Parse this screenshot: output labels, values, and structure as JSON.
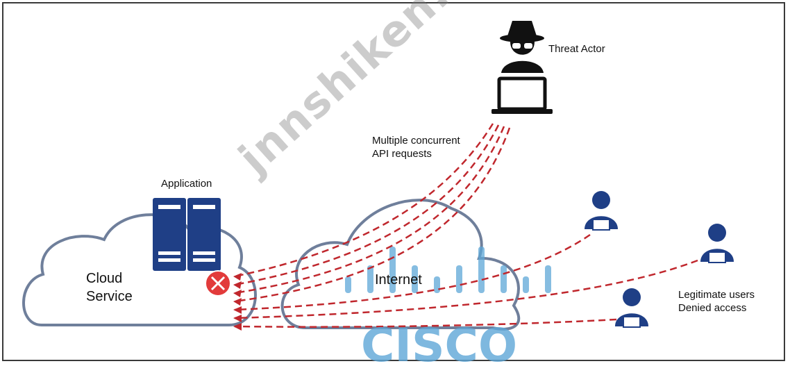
{
  "threat_actor": {
    "label": "Threat Actor",
    "icon": "spy-icon"
  },
  "requests": {
    "line1": "Multiple concurrent",
    "line2": "API requests"
  },
  "application": {
    "label": "Application",
    "icon": "server-icon"
  },
  "cloud_service": {
    "line1": "Cloud",
    "line2": "Service"
  },
  "internet": {
    "label": "Internet"
  },
  "users": {
    "line1": "Legitimate users",
    "line2": "Denied access",
    "icon": "user-icon"
  },
  "watermark": {
    "text": "jnnshiken.com",
    "logo_text": "CISCO"
  },
  "colors": {
    "server": "#1f3f86",
    "attack_line": "#c0272d",
    "block": "#e23b3b",
    "cloud_stroke": "#6f7f9b",
    "cisco_blue": "#5ea7d8",
    "user": "#1f3f86"
  }
}
